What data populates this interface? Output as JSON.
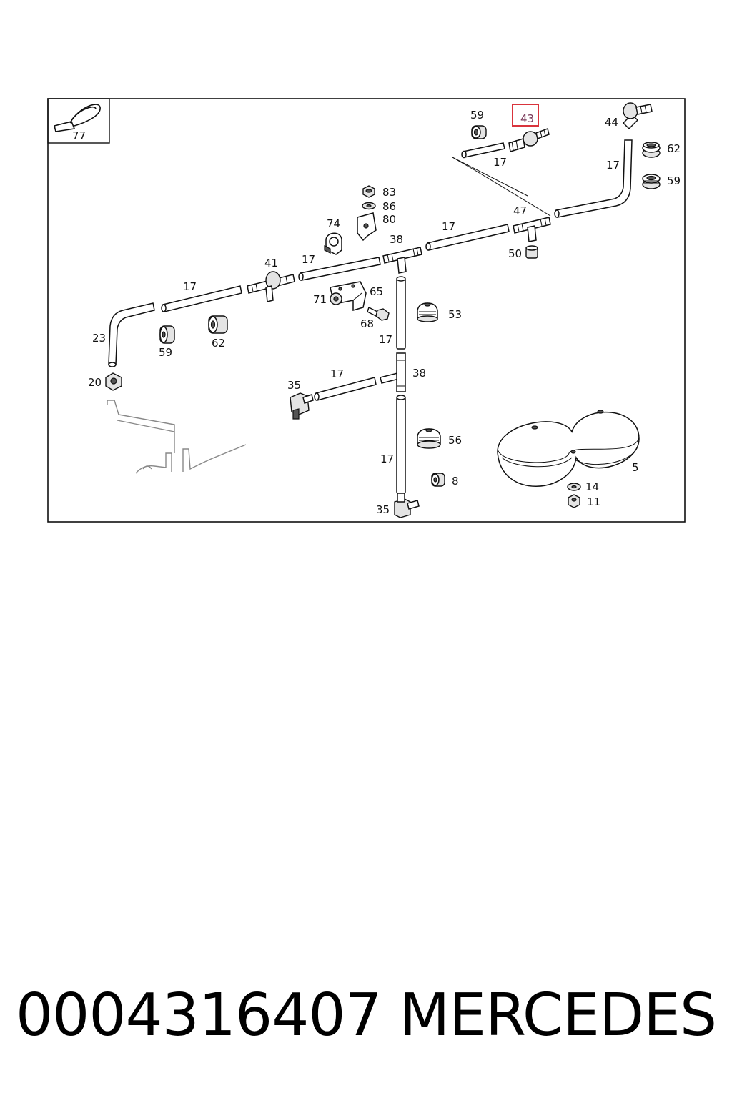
{
  "diagram": {
    "callouts": {
      "p77": "77",
      "p59a": "59",
      "p43": "43",
      "p44": "44",
      "p62a": "62",
      "p59b": "59",
      "p17a": "17",
      "p17b": "17",
      "p83": "83",
      "p86": "86",
      "p80": "80",
      "p74": "74",
      "p38a": "38",
      "p17c": "17",
      "p47": "47",
      "p50": "50",
      "p41": "41",
      "p17d": "17",
      "p17e": "17",
      "p65": "65",
      "p71": "71",
      "p68": "68",
      "p53": "53",
      "p23": "23",
      "p59c": "59",
      "p62b": "62",
      "p17f": "17",
      "p20": "20",
      "p35a": "35",
      "p17g": "17",
      "p38b": "38",
      "p56": "56",
      "p17h": "17",
      "p5": "5",
      "p8": "8",
      "p14": "14",
      "p11": "11",
      "p35b": "35"
    },
    "highlighted_part": "43",
    "highlight_color": "#d9343c"
  },
  "footer": {
    "part_number": "0004316407",
    "brand": "MERCEDES"
  }
}
